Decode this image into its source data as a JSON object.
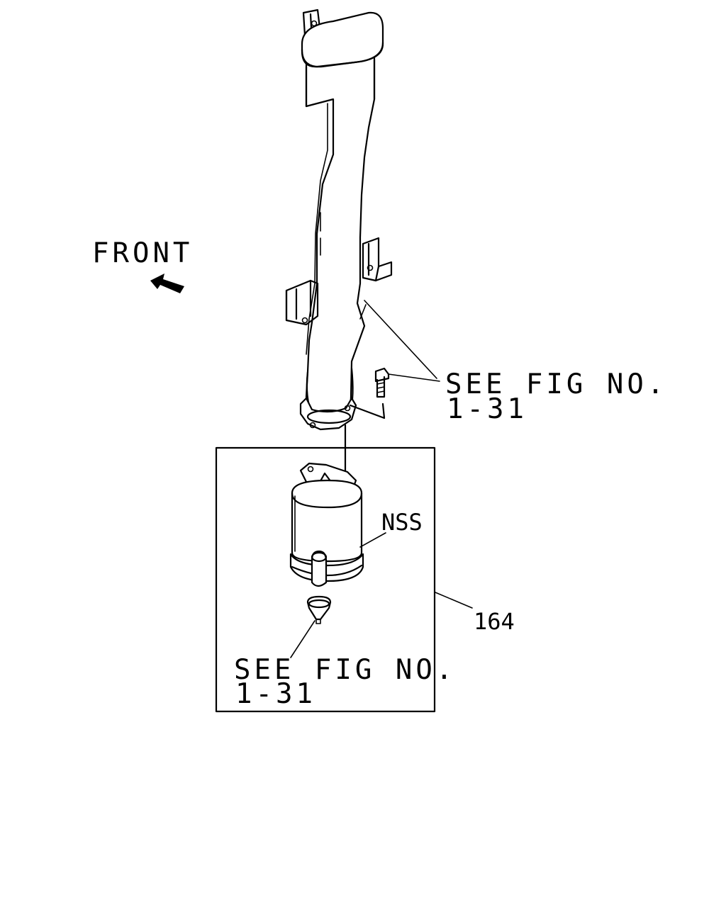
{
  "labels": {
    "front": "FRONT",
    "see_fig_upper_line1": "SEE FIG NO.",
    "see_fig_upper_line2": "1-31",
    "nss": "NSS",
    "part_number": "164",
    "see_fig_lower_line1": "SEE FIG NO.",
    "see_fig_lower_line2": "1-31"
  }
}
